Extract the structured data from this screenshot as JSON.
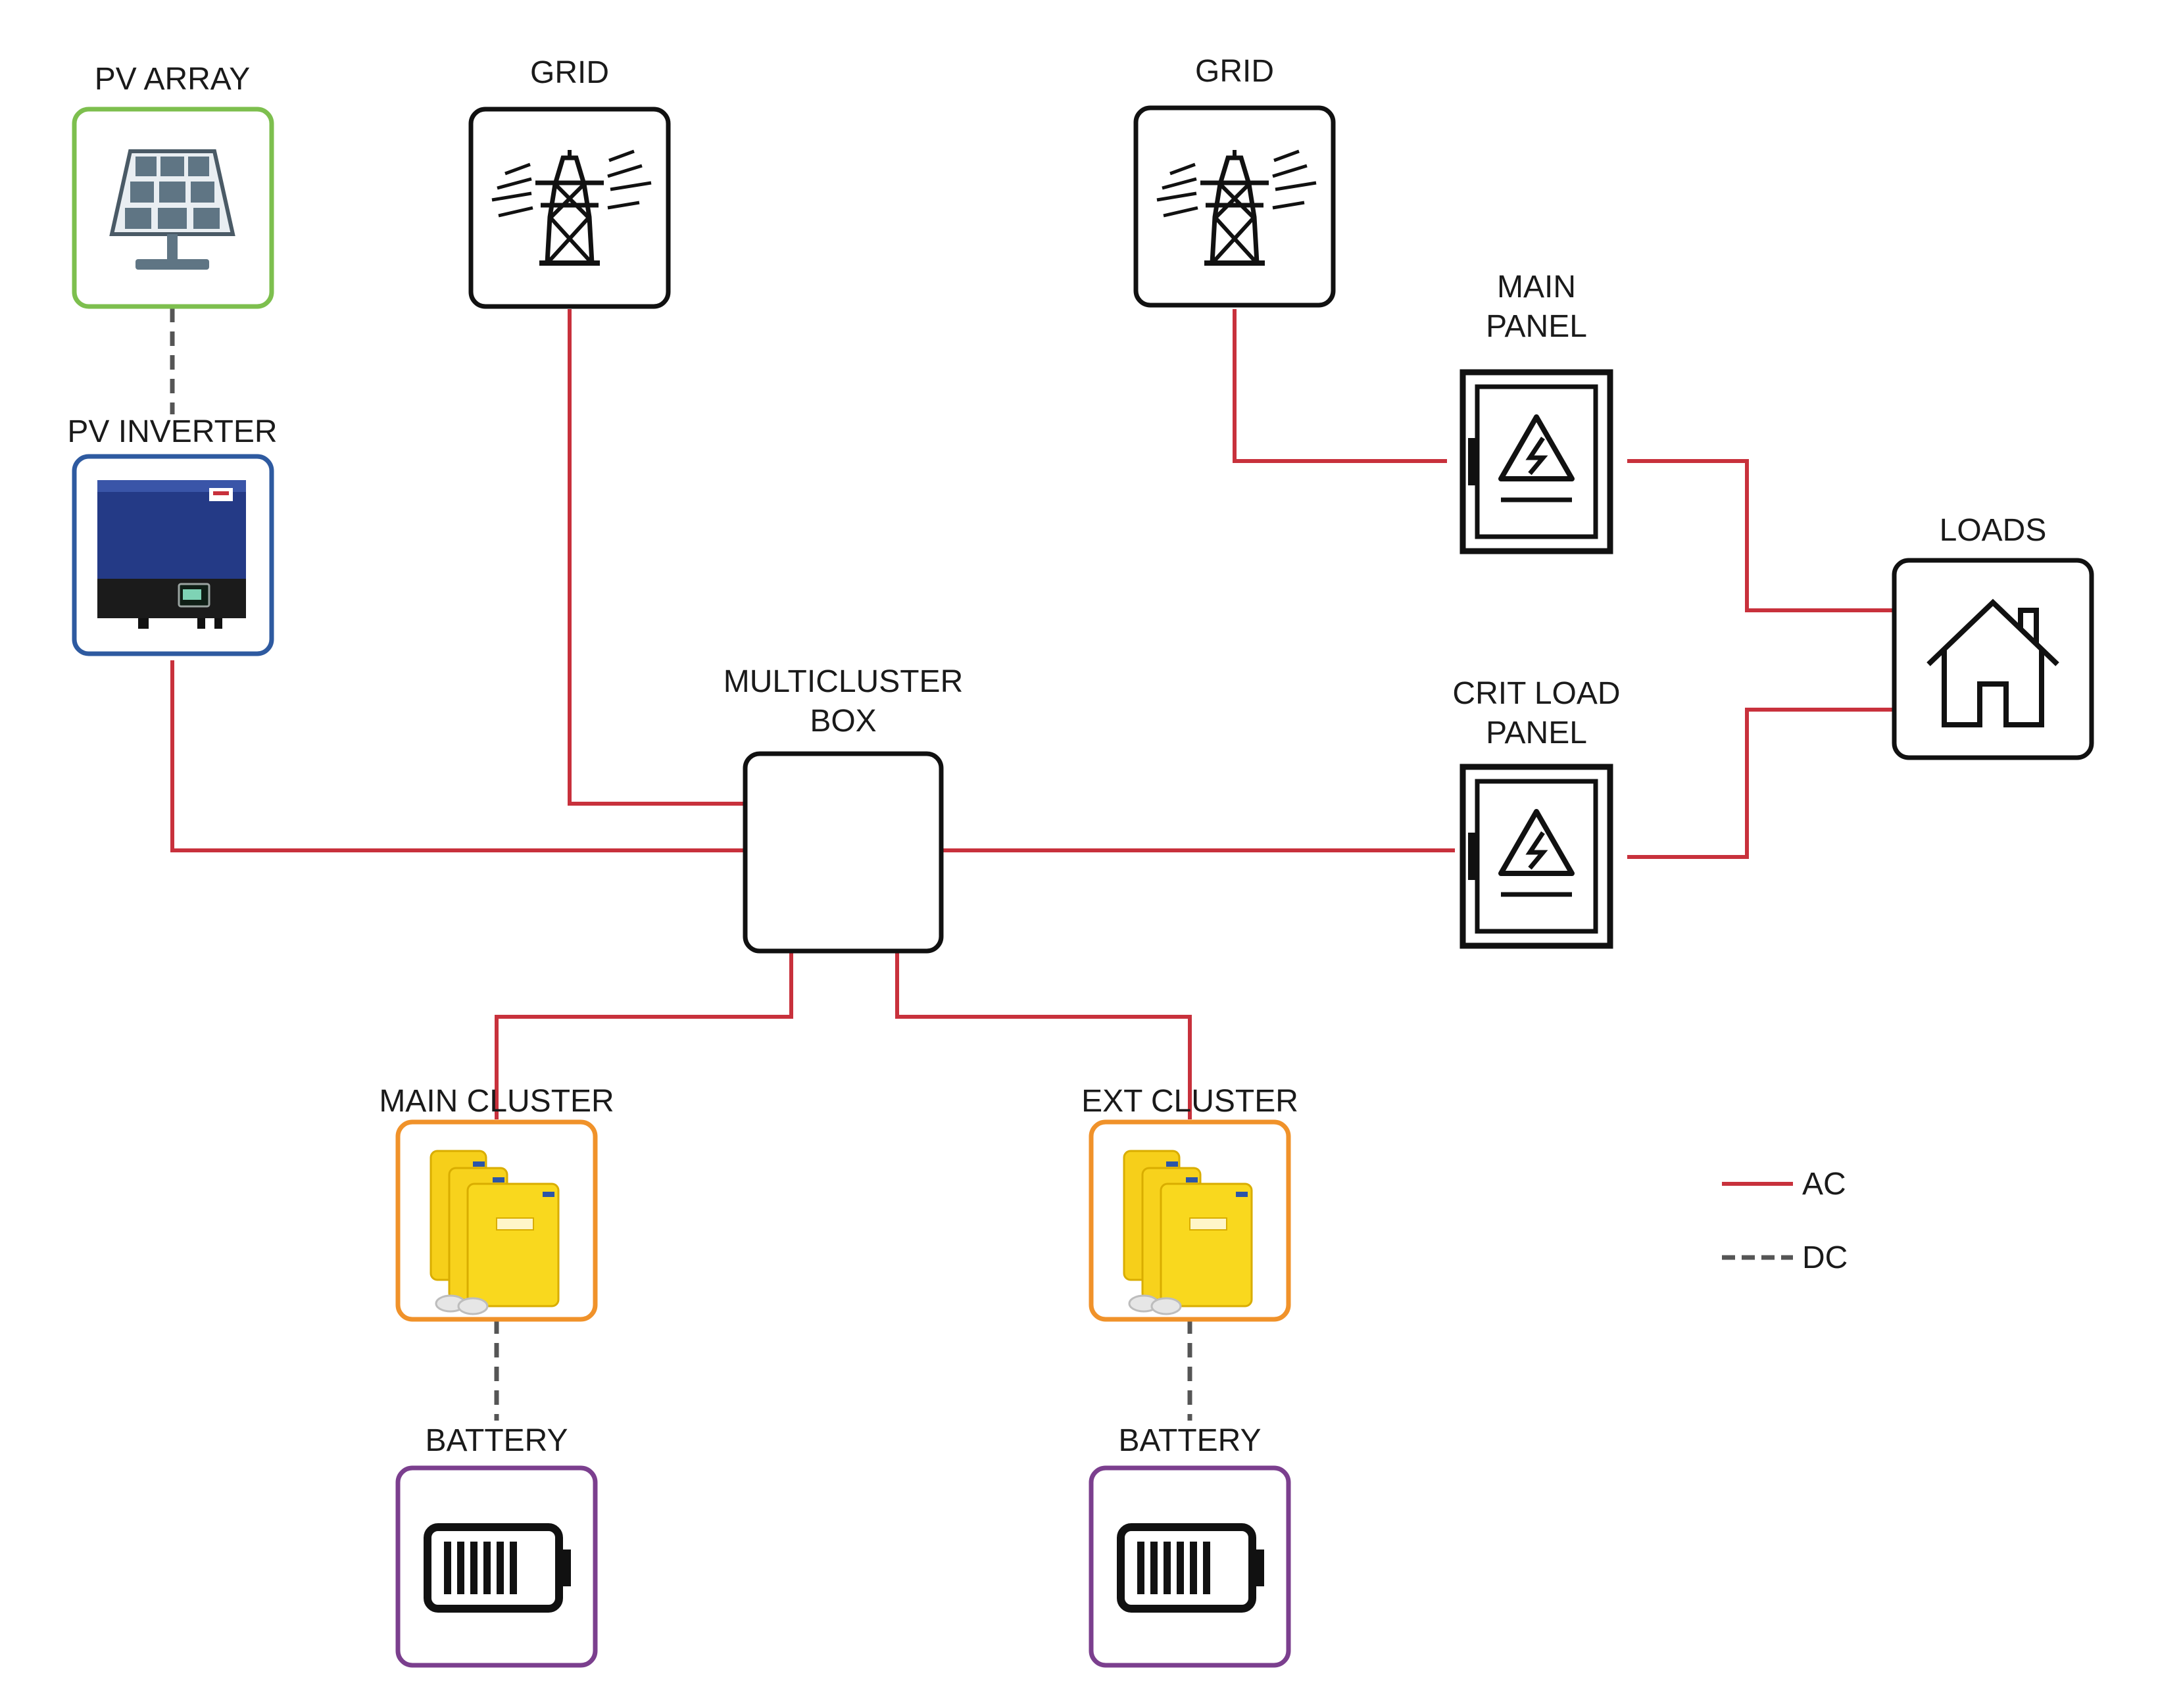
{
  "colors": {
    "ac_line": "#c8313c",
    "dc_line": "#555555",
    "pv_array_border": "#7dbf4e",
    "pv_inverter_border": "#2e5aa0",
    "cluster_border": "#f0922a",
    "battery_border": "#7b3f8e",
    "default_border": "#111111"
  },
  "nodes": {
    "pv_array": {
      "label": "PV ARRAY",
      "icon": "solar-panel-icon"
    },
    "pv_inverter": {
      "label": "PV INVERTER",
      "icon": "inverter-icon"
    },
    "grid_left": {
      "label": "GRID",
      "icon": "power-tower-icon"
    },
    "grid_right": {
      "label": "GRID",
      "icon": "power-tower-icon"
    },
    "main_panel": {
      "label_line1": "MAIN",
      "label_line2": "PANEL",
      "icon": "electrical-panel-icon"
    },
    "crit_load_panel": {
      "label_line1": "CRIT LOAD",
      "label_line2": "PANEL",
      "icon": "electrical-panel-icon"
    },
    "loads": {
      "label": "LOADS",
      "icon": "house-icon"
    },
    "multicluster_box": {
      "label_line1": "MULTICLUSTER",
      "label_line2": "BOX"
    },
    "main_cluster": {
      "label": "MAIN CLUSTER",
      "icon": "battery-inverter-stack-icon"
    },
    "ext_cluster": {
      "label": "EXT CLUSTER",
      "icon": "battery-inverter-stack-icon"
    },
    "battery_main": {
      "label": "BATTERY",
      "icon": "battery-icon"
    },
    "battery_ext": {
      "label": "BATTERY",
      "icon": "battery-icon"
    }
  },
  "legend": {
    "ac": "AC",
    "dc": "DC"
  }
}
